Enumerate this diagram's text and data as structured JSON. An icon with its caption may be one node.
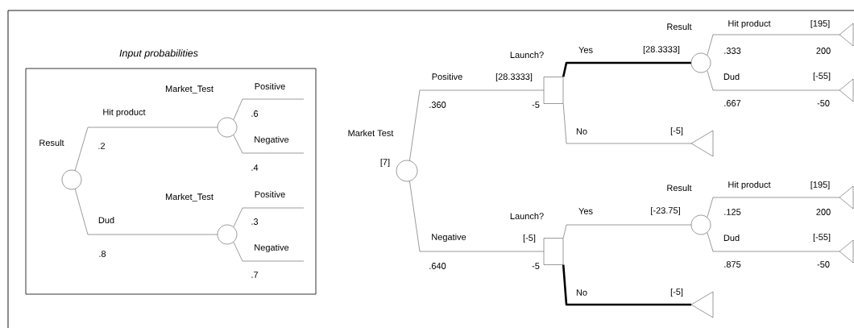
{
  "diagram": {
    "nodes": [
      {
        "text": [
          "Input probabilities"
        ]
      },
      {
        "text": [
          "Result"
        ],
        "in": 0
      },
      {
        "text": [
          "Market_Test"
        ],
        "in": 0
      },
      {
        "text": [
          "Market_Test"
        ],
        "in": 0
      },
      {
        "text": [
          "Market Test"
        ],
        "beside": [
          "[7]"
        ]
      },
      {
        "text": [
          "Launch?"
        ],
        "beside": [
          "[28.3333]"
        ]
      },
      {
        "text": [
          "Launch?"
        ],
        "beside": [
          "[-5]"
        ]
      },
      {
        "text": [
          "Result"
        ],
        "beside": [
          "[28.3333]"
        ]
      },
      {
        "text": [],
        "shape": "triangle",
        "beside": [
          "[-5]"
        ]
      },
      {
        "text": [
          "Result"
        ],
        "beside": [
          "[-23.75]"
        ]
      },
      {
        "text": [],
        "shape": "triangle",
        "beside": [
          "[-5]"
        ]
      },
      {
        "text": [],
        "shape": "triangle",
        "beside": [
          "[195]"
        ]
      },
      {
        "text": [],
        "shape": "triangle",
        "beside": [
          "[-55]"
        ]
      },
      {
        "text": [],
        "shape": "triangle",
        "beside": [
          "[195]"
        ]
      },
      {
        "text": [],
        "shape": "triangle",
        "beside": [
          "[-55]"
        ]
      }
    ],
    "edges": [
      {
        "from": 1,
        "to": 2,
        "arrow": "none",
        "label": "Hit product"
      },
      {
        "from": 1,
        "to": 3,
        "arrow": "none",
        "label": "Dud"
      },
      {
        "from": 2,
        "to": null,
        "arrow": "none",
        "label": "Positive"
      },
      {
        "from": 2,
        "to": null,
        "arrow": "none",
        "label": "Negative"
      },
      {
        "from": 3,
        "to": null,
        "arrow": "none",
        "label": "Positive"
      },
      {
        "from": 3,
        "to": null,
        "arrow": "none",
        "label": "Negative"
      },
      {
        "from": 4,
        "to": 5,
        "arrow": "none",
        "label": "Positive"
      },
      {
        "from": 4,
        "to": 6,
        "arrow": "none",
        "label": "Negative"
      },
      {
        "from": 5,
        "to": 7,
        "arrow": "none",
        "label": "Yes",
        "style": "thick"
      },
      {
        "from": 5,
        "to": 8,
        "arrow": "none",
        "label": "No"
      },
      {
        "from": 6,
        "to": 9,
        "arrow": "none",
        "label": "Yes"
      },
      {
        "from": 6,
        "to": 10,
        "arrow": "none",
        "label": "No",
        "style": "thick"
      },
      {
        "from": 7,
        "to": 11,
        "arrow": "none",
        "label": "Hit product"
      },
      {
        "from": 7,
        "to": 12,
        "arrow": "none",
        "label": "Dud"
      },
      {
        "from": 9,
        "to": 13,
        "arrow": "none",
        "label": "Hit product"
      },
      {
        "from": 9,
        "to": 14,
        "arrow": "none",
        "label": "Dud"
      }
    ],
    "labels": [
      ".2",
      ".6",
      ".4",
      ".8",
      ".3",
      ".7",
      ".360",
      "-5",
      ".640",
      "-5",
      ".333",
      "200",
      ".667",
      "-50",
      ".125",
      "200",
      ".875",
      "-50"
    ]
  }
}
